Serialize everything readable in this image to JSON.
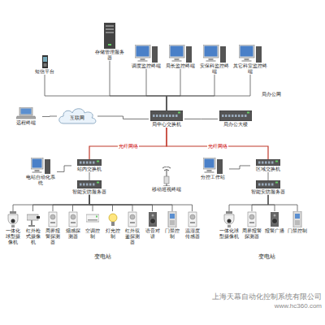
{
  "diagram": {
    "nodes": [
      {
        "text": [
          "短信平台"
        ]
      },
      {
        "text": [
          "远程终端"
        ]
      },
      {
        "text": [
          "互联网"
        ]
      },
      {
        "text": [
          "存储管理服务器"
        ]
      },
      {
        "text": [
          "调度监控终端"
        ]
      },
      {
        "text": [
          "局长监控终端"
        ]
      },
      {
        "text": [
          "安保科监控终端"
        ]
      },
      {
        "text": [
          "其它科室监控终端"
        ]
      },
      {
        "text": [
          "局中心交换机"
        ]
      },
      {
        "text": [
          "局办公大楼"
        ]
      },
      {
        "text": [
          "电站自动化系统"
        ]
      },
      {
        "text": [
          "站内交换机"
        ]
      },
      {
        "text": [
          "智能安防服务器"
        ]
      },
      {
        "text": [
          "移动巡视终端"
        ]
      },
      {
        "text": [
          "分控工作站"
        ]
      },
      {
        "text": [
          "智能安防服务器"
        ]
      },
      {
        "text": [
          "区域交换机"
        ]
      },
      {
        "text": [
          "一体化球型摄像机"
        ]
      },
      {
        "text": [
          "红外枪式摄像机"
        ]
      },
      {
        "text": [
          "周界报警探测器"
        ]
      },
      {
        "text": [
          "烟感探测器"
        ]
      },
      {
        "text": [
          "空调控制"
        ]
      },
      {
        "text": [
          "灯光控制"
        ]
      },
      {
        "text": [
          "红外双鉴探测器"
        ]
      },
      {
        "text": [
          "语音对讲"
        ]
      },
      {
        "text": [
          "门禁控制"
        ]
      },
      {
        "text": [
          "温湿度传感器"
        ]
      },
      {
        "text": [
          "一体化球型摄像机"
        ]
      },
      {
        "text": [
          "周界报警探测器"
        ]
      },
      {
        "text": [
          "报警广播"
        ]
      },
      {
        "text": [
          "门禁控制"
        ]
      }
    ],
    "edges": [
      {
        "from": 8,
        "to": 0,
        "arrow": "none"
      },
      {
        "from": 8,
        "to": 3,
        "arrow": "none"
      },
      {
        "from": 8,
        "to": 4,
        "arrow": "none"
      },
      {
        "from": 8,
        "to": 5,
        "arrow": "none"
      },
      {
        "from": 8,
        "to": 6,
        "arrow": "none"
      },
      {
        "from": 8,
        "to": 7,
        "arrow": "none"
      },
      {
        "from": 1,
        "to": 2,
        "arrow": "none"
      },
      {
        "from": 2,
        "to": 8,
        "arrow": "none"
      },
      {
        "from": 8,
        "to": 9,
        "arrow": "none"
      },
      {
        "from": 8,
        "to": 11,
        "label": "光纤网络",
        "arrow": "none"
      },
      {
        "from": 8,
        "to": 16,
        "label": "光纤网络",
        "arrow": "none"
      },
      {
        "from": 11,
        "to": 10,
        "arrow": "none"
      },
      {
        "from": 11,
        "to": 12,
        "arrow": "none"
      },
      {
        "from": 12,
        "to": 17,
        "arrow": "none"
      },
      {
        "from": 12,
        "to": 18,
        "arrow": "none"
      },
      {
        "from": 12,
        "to": 19,
        "arrow": "none"
      },
      {
        "from": 12,
        "to": 20,
        "arrow": "none"
      },
      {
        "from": 12,
        "to": 21,
        "arrow": "none"
      },
      {
        "from": 12,
        "to": 22,
        "arrow": "none"
      },
      {
        "from": 12,
        "to": 23,
        "arrow": "none"
      },
      {
        "from": 12,
        "to": 24,
        "arrow": "none"
      },
      {
        "from": 12,
        "to": 25,
        "arrow": "none"
      },
      {
        "from": 12,
        "to": 26,
        "arrow": "none"
      },
      {
        "from": 16,
        "to": 14,
        "arrow": "none"
      },
      {
        "from": 16,
        "to": 15,
        "arrow": "none"
      },
      {
        "from": 15,
        "to": 27,
        "arrow": "none"
      },
      {
        "from": 15,
        "to": 28,
        "arrow": "none"
      },
      {
        "from": 15,
        "to": 29,
        "arrow": "none"
      },
      {
        "from": 15,
        "to": 30,
        "arrow": "none"
      }
    ],
    "labels": [
      "局办公网",
      "变电站",
      "变电站",
      "上海天幕自动化控制系统有限公司",
      "www.hc360.com"
    ]
  }
}
